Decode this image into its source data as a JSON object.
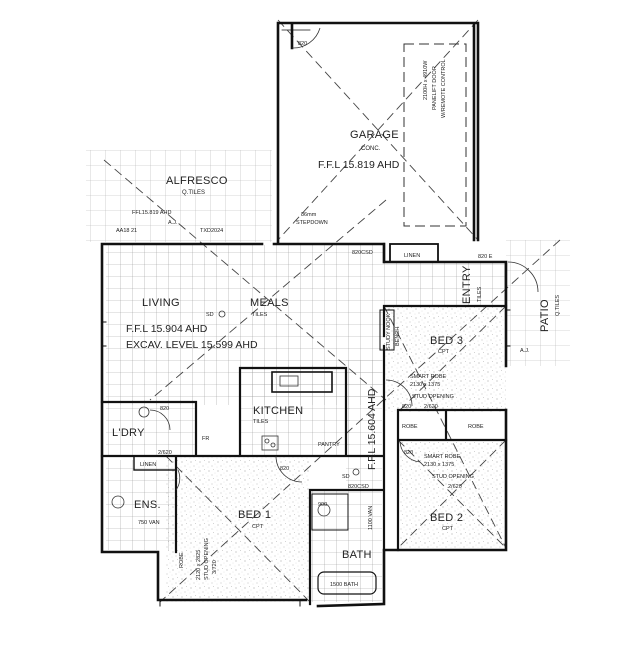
{
  "rooms": {
    "garage": {
      "name": "GARAGE",
      "finish": "CONC.",
      "level": "F.F.L 15.819 AHD"
    },
    "alfresco": {
      "name": "ALFRESCO",
      "finish": "Q.TILES",
      "level": "FFL15.819 AHD"
    },
    "living": {
      "name": "LIVING",
      "level": "F.F.L 15.904 AHD",
      "excavation": "EXCAV. LEVEL 15.599 AHD"
    },
    "meals": {
      "name": "MEALS",
      "finish": "TILES"
    },
    "kitchen": {
      "name": "KITCHEN",
      "finish": "TILES",
      "pantry": "PANTRY"
    },
    "laundry": {
      "name": "L'DRY"
    },
    "ensuite": {
      "name": "ENS."
    },
    "bed1": {
      "name": "BED 1",
      "finish": "CPT"
    },
    "bed2": {
      "name": "BED 2",
      "finish": "CPT"
    },
    "bed3": {
      "name": "BED 3",
      "finish": "CPT"
    },
    "bath": {
      "name": "BATH",
      "bath_note": "1500 BATH"
    },
    "entry": {
      "name": "ENTRY",
      "finish": "TILES"
    },
    "patio": {
      "name": "PATIO",
      "finish": "Q.TILES"
    }
  },
  "annotations": {
    "garage_door_1": "2100H x 4910W",
    "garage_door_2": "PANELIFT DOOR",
    "garage_door_3": "W/REMOTE CONTROL",
    "stepdown_1": "86mm",
    "stepdown_2": "STEPDOWN",
    "door_820": "820",
    "door_820csd": "820CSD",
    "linen": "LINEN",
    "robe": "ROBE",
    "smart_robe": "SMART ROBE",
    "robe_size": "2130 x 1375",
    "stud_opening": "STUD OPENING",
    "stud_size": "2/620",
    "hallway_level": "F.F.L 15.604 AHD",
    "study_nook": "STUDY NOOK",
    "bench": "BENCH",
    "sd": "SD",
    "aa": "AA18 21",
    "aj": "A.J.",
    "txd": "TXD2024",
    "fr": "FR",
    "vanity_750": "750 VAN",
    "vanity_1100": "1100 VAN",
    "fan_900": "900",
    "bed1_robe": "2120 x 2825",
    "bed1_stud": "STUD OPENING",
    "bed1_stud_size": "3/720",
    "door_620": "620",
    "b820e": "820 E"
  }
}
